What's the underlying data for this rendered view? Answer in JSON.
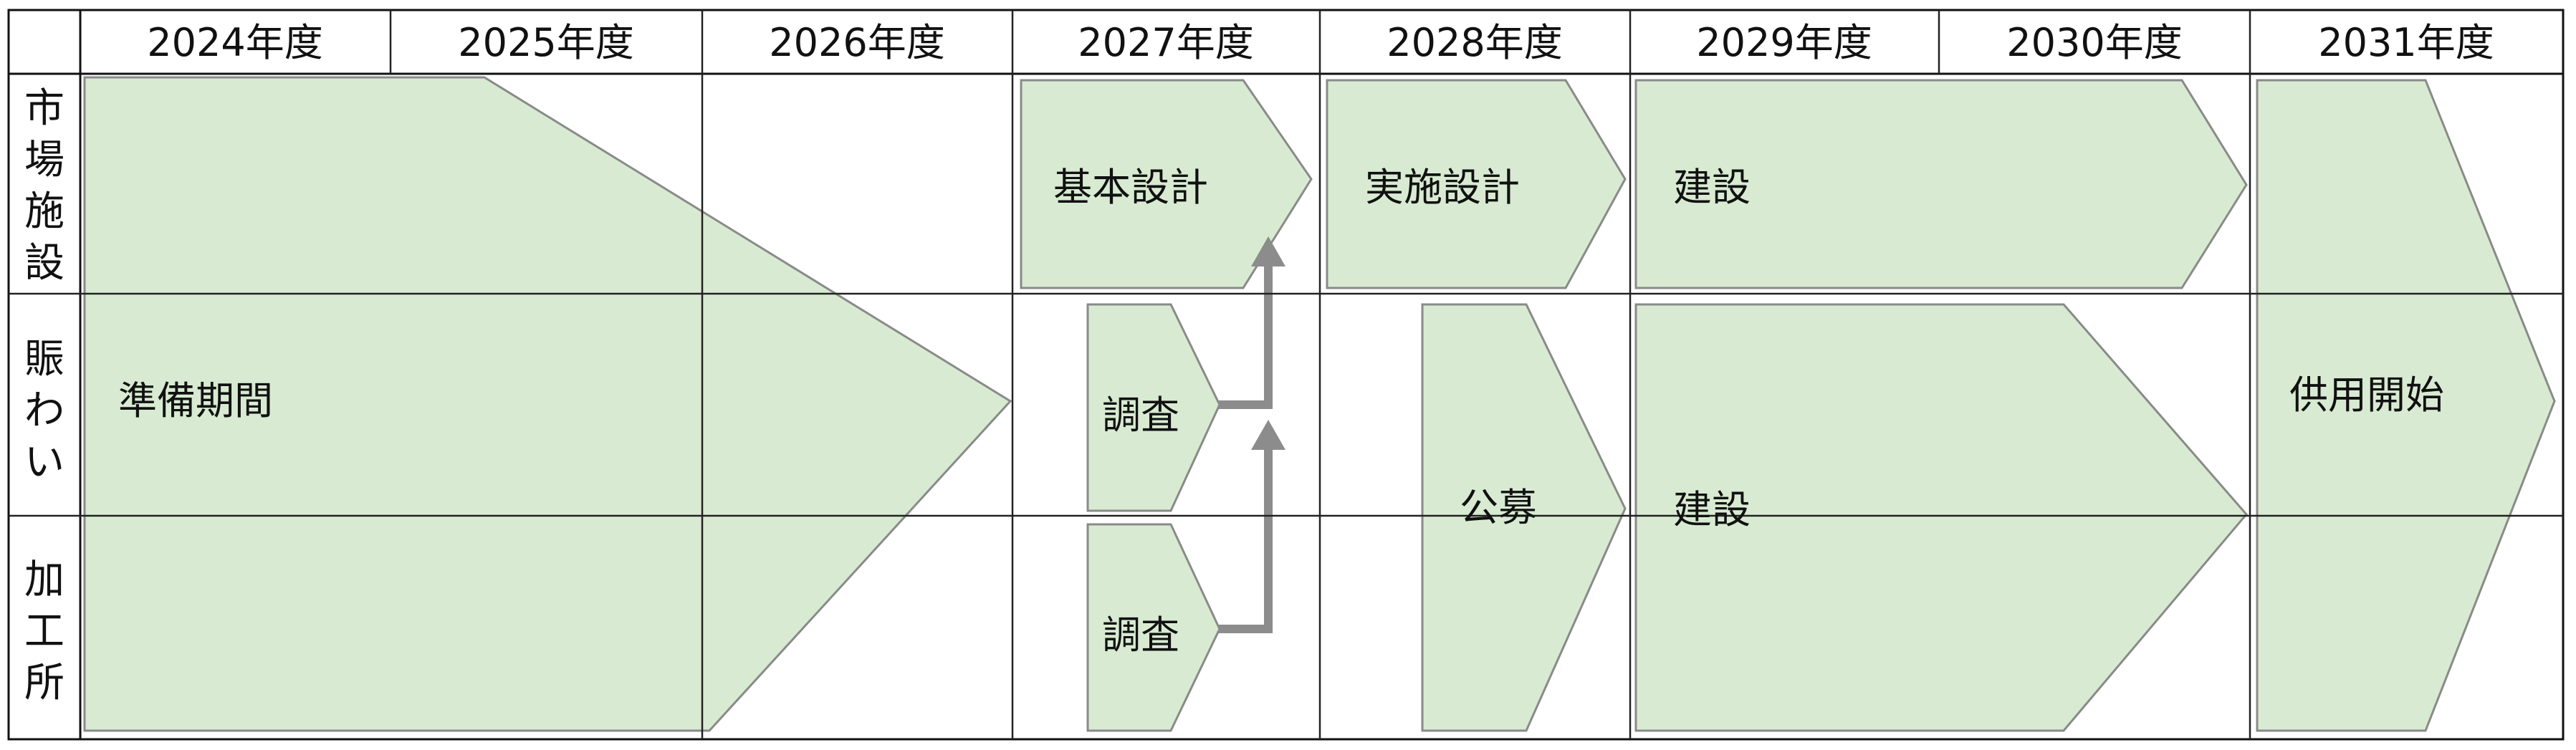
{
  "years": [
    "2024年度",
    "2025年度",
    "2026年度",
    "2027年度",
    "2028年度",
    "2029年度",
    "2030年度",
    "2031年度"
  ],
  "rows": {
    "market": [
      "市",
      "場",
      "施",
      "設"
    ],
    "nigiwai": [
      "賑",
      "わ",
      "い"
    ],
    "processing": [
      "加",
      "工",
      "所"
    ]
  },
  "phases": {
    "preparation": "準備期間",
    "basic_design": "基本設計",
    "survey_nigiwai": "調査",
    "survey_processing": "調査",
    "detailed_design": "実施設計",
    "recruitment": "公募",
    "construction_market": "建設",
    "construction_shared": "建設",
    "service_start": "供用開始"
  },
  "colors": {
    "phase_fill": "#d8ebd2",
    "phase_border": "#8a8a8a",
    "connector": "#8c8c8c",
    "grid": "#111111"
  }
}
